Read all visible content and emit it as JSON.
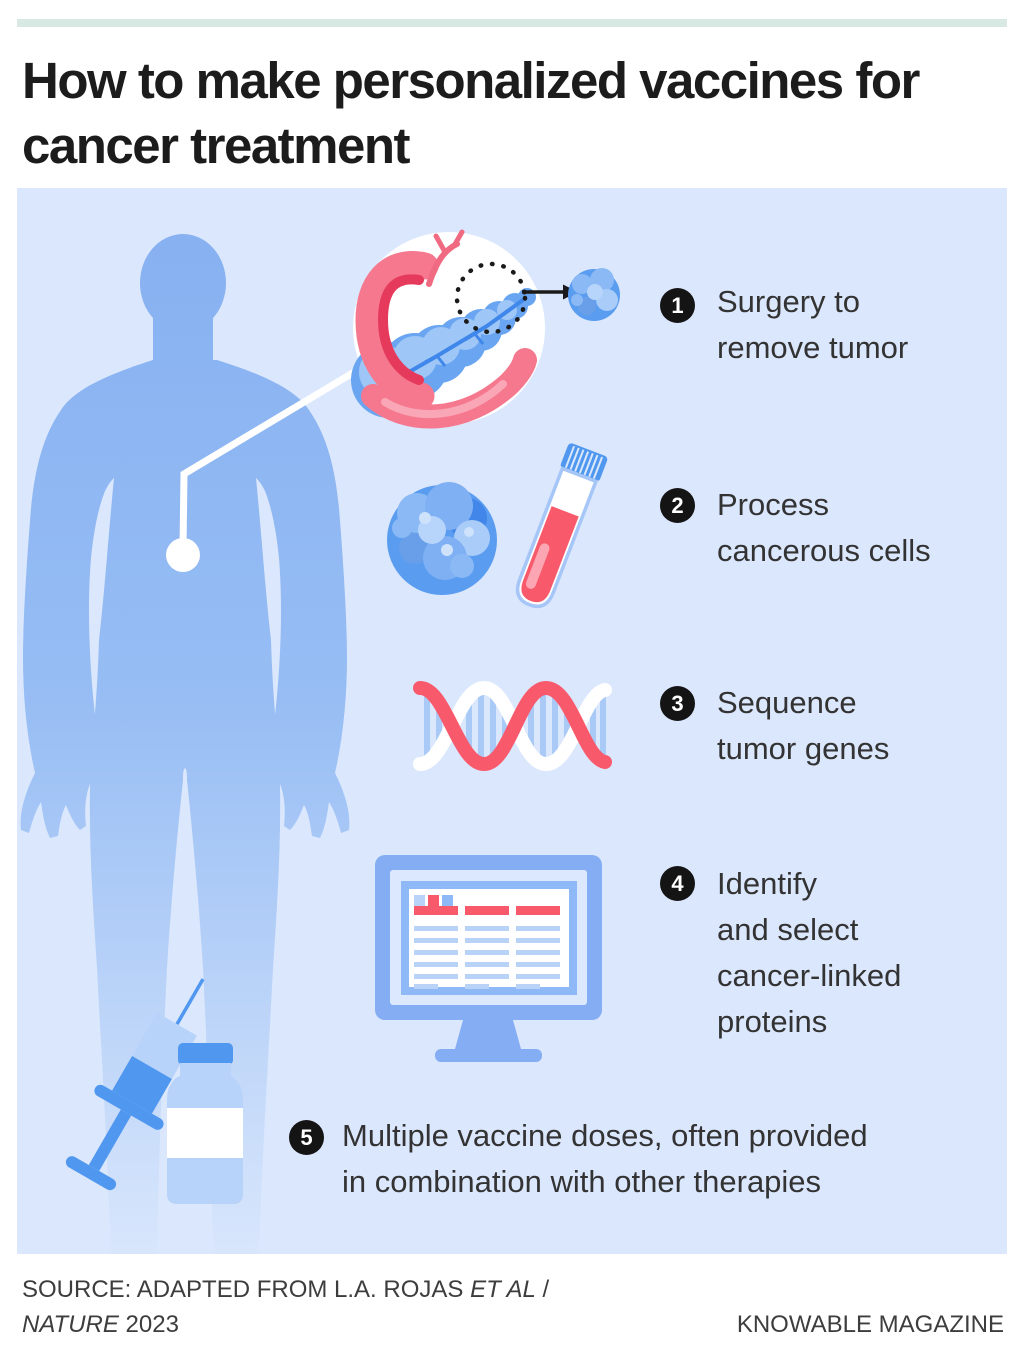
{
  "title": "How to make personalized vaccines for\ncancer treatment",
  "steps": [
    {
      "number": "1",
      "label": "Surgery to\nremove tumor"
    },
    {
      "number": "2",
      "label": "Process\ncancerous cells"
    },
    {
      "number": "3",
      "label": "Sequence\ntumor genes"
    },
    {
      "number": "4",
      "label": "Identify\nand select\ncancer-linked\nproteins"
    },
    {
      "number": "5",
      "label": "Multiple vaccine doses, often provided\nin combination with other therapies"
    }
  ],
  "footer": {
    "source_prefix": "SOURCE: ADAPTED FROM L.A. ROJAS ",
    "source_italic": "ET AL",
    "source_mid": " /\n",
    "source_line2_italic": "NATURE",
    "source_line2_rest": " 2023",
    "brand": "KNOWABLE MAGAZINE"
  },
  "icons": {
    "body": "human-body-silhouette",
    "step1": "pancreas-surgery-diagram",
    "step2a": "tumor-cells-icon",
    "step2b": "test-tube-icon",
    "step3": "dna-helix-icon",
    "step4": "computer-monitor-icon",
    "step5a": "syringe-icon",
    "step5b": "vaccine-vial-icon"
  },
  "colors": {
    "top_accent": "#d8e8e3",
    "panel_background": "#dbe7fd",
    "body_blue": "#8ab3f1",
    "medium_blue": "#4f97ef",
    "light_blue": "#b8d3f9",
    "red": "#f8596b",
    "pink": "#f5788e",
    "badge_black": "#141414",
    "text_dark": "#333333"
  }
}
